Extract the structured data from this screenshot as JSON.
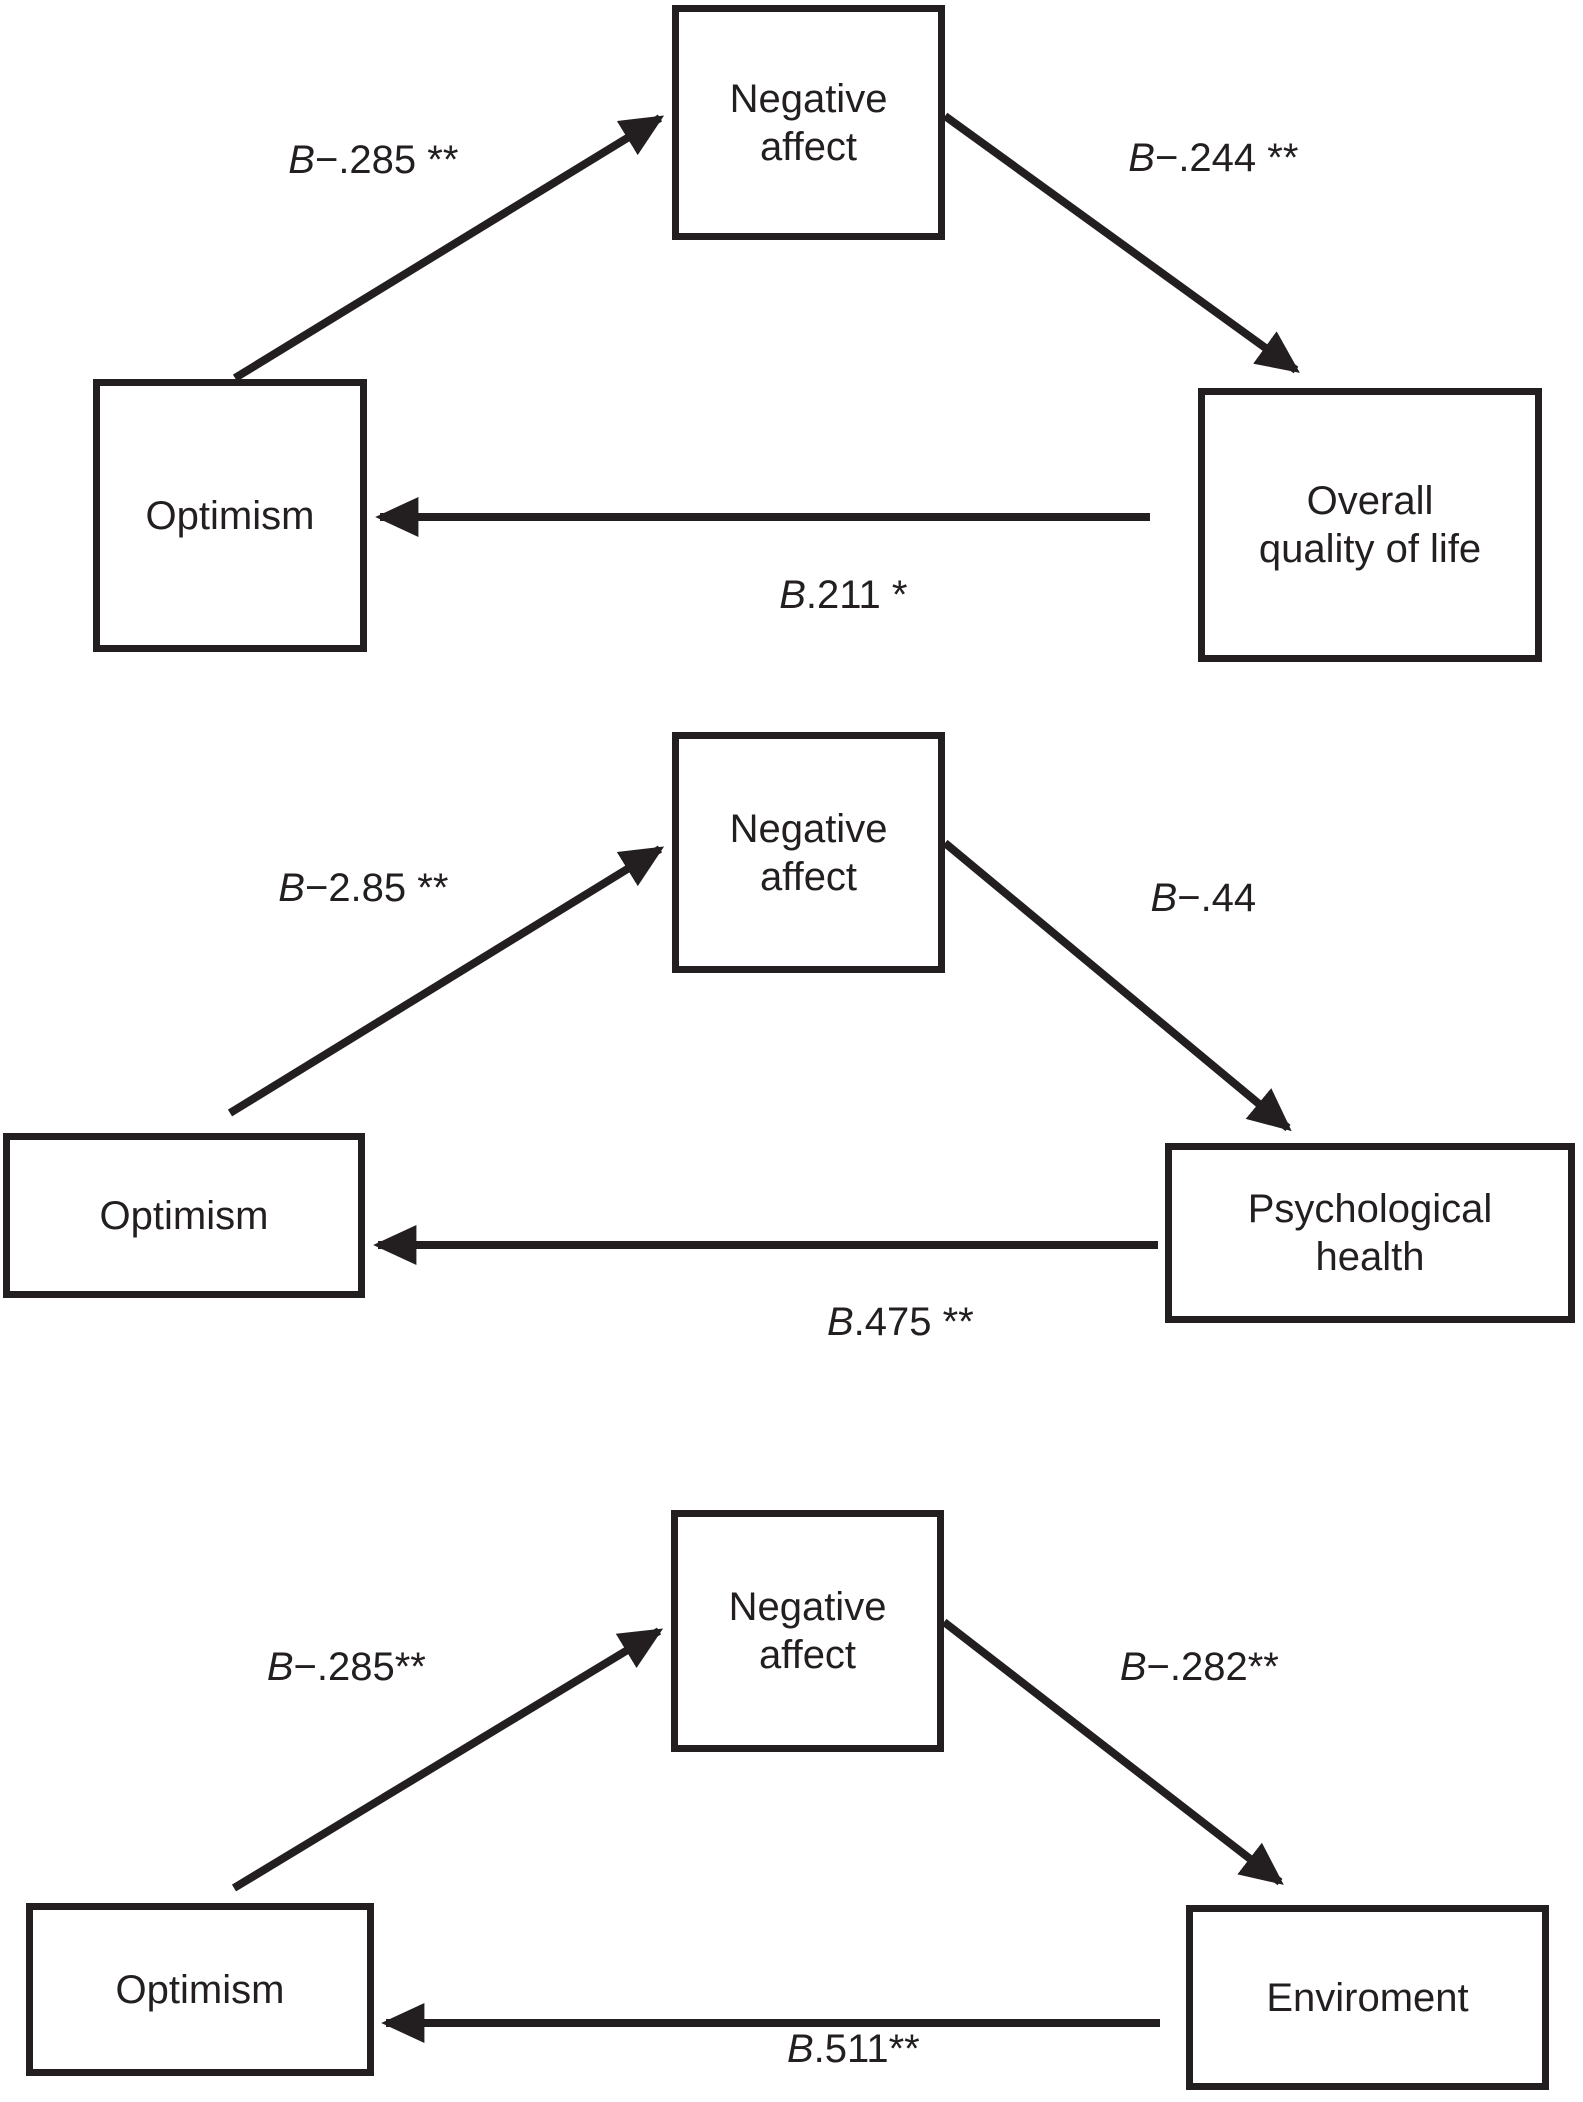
{
  "colors": {
    "ink": "#231f20",
    "paper": "#ffffff"
  },
  "diagrams": [
    {
      "title": "Mediation model: Optimism, Negative affect, Overall quality of life",
      "boxes": {
        "predictor": {
          "line1": "Optimism",
          "line2": ""
        },
        "mediator": {
          "line1": "Negative",
          "line2": "affect"
        },
        "outcome": {
          "line1": "Overall",
          "line2": "quality of life"
        }
      },
      "paths": {
        "a": {
          "prefix": "B",
          "value": "−.285 **"
        },
        "b": {
          "prefix": "B",
          "value": "−.244 **"
        },
        "c": {
          "prefix": "B",
          "value": ".211 *"
        }
      }
    },
    {
      "title": "Mediation model: Optimism, Negative affect, Psychological health",
      "boxes": {
        "predictor": {
          "line1": "Optimism",
          "line2": ""
        },
        "mediator": {
          "line1": "Negative",
          "line2": "affect"
        },
        "outcome": {
          "line1": "Psychological",
          "line2": "health"
        }
      },
      "paths": {
        "a": {
          "prefix": "B",
          "value": "−2.85 **"
        },
        "b": {
          "prefix": "B",
          "value": "−.44"
        },
        "c": {
          "prefix": "B",
          "value": ".475 **"
        }
      }
    },
    {
      "title": "Mediation model: Optimism, Negative affect, Enviroment",
      "boxes": {
        "predictor": {
          "line1": "Optimism",
          "line2": ""
        },
        "mediator": {
          "line1": "Negative",
          "line2": "affect"
        },
        "outcome": {
          "line1": "Enviroment",
          "line2": ""
        }
      },
      "paths": {
        "a": {
          "prefix": "B",
          "value": "−.285**"
        },
        "b": {
          "prefix": "B",
          "value": "−.282**"
        },
        "c": {
          "prefix": "B",
          "value": ".511**"
        }
      }
    }
  ]
}
